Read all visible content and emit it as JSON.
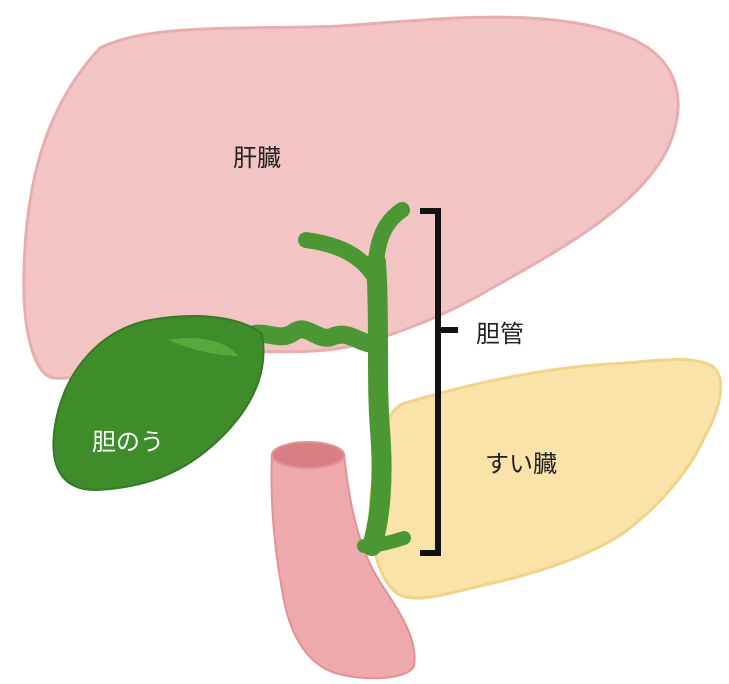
{
  "labels": {
    "liver": "肝臓",
    "bile_duct": "胆管",
    "gallbladder": "胆のう",
    "pancreas": "すい臓"
  },
  "colors": {
    "liver": "#f3c4c4",
    "liver_outline": "#e8aeae",
    "pancreas": "#fae3a8",
    "pancreas_outline": "#f2d38a",
    "gallbladder": "#3e8d2a",
    "gallbladder_highlight": "#58a83a",
    "bile_duct": "#4b9733",
    "duodenum": "#eda9ab",
    "duodenum_inner": "#d77f85",
    "bracket": "#111111",
    "label_dark": "#222222",
    "label_light": "#ffffff"
  }
}
